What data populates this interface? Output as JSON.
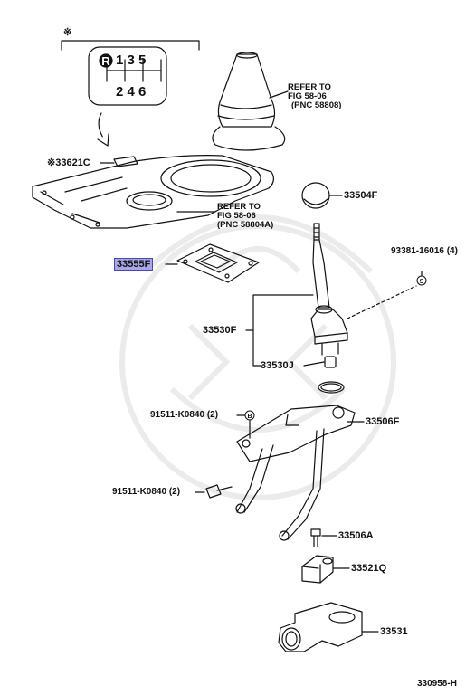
{
  "notes": {
    "star": "※",
    "diagram_code": "330958-H"
  },
  "shift_pattern": {
    "reverse": "R",
    "top_gears": "1 3 5",
    "bottom_gears": "2 4 6"
  },
  "refs": [
    {
      "line1": "REFER TO",
      "line2": "FIG 58-06",
      "line3": "(PNC 58808)"
    },
    {
      "line1": "REFER TO",
      "line2": "FIG 58-06",
      "line3": "(PNC 58804A)"
    }
  ],
  "parts": {
    "p33621c": "※33621C",
    "p33504f": "33504F",
    "p93381": "93381-16016 (4)",
    "p33555f": "33555F",
    "p33530f": "33530F",
    "p33530j": "33530J",
    "p91511_b": "91511-K0840 (2)",
    "p33506f": "33506F",
    "p91511_a": "91511-K0840 (2)",
    "p33506a": "33506A",
    "p33521q": "33521Q",
    "p33531": "33531"
  },
  "callout_marks": {
    "s": "S",
    "b": "B"
  },
  "colors": {
    "highlight_fill": "#a8a6e6",
    "highlight_border": "#4b48b0",
    "line": "#111111",
    "watermark": "#ececec"
  }
}
